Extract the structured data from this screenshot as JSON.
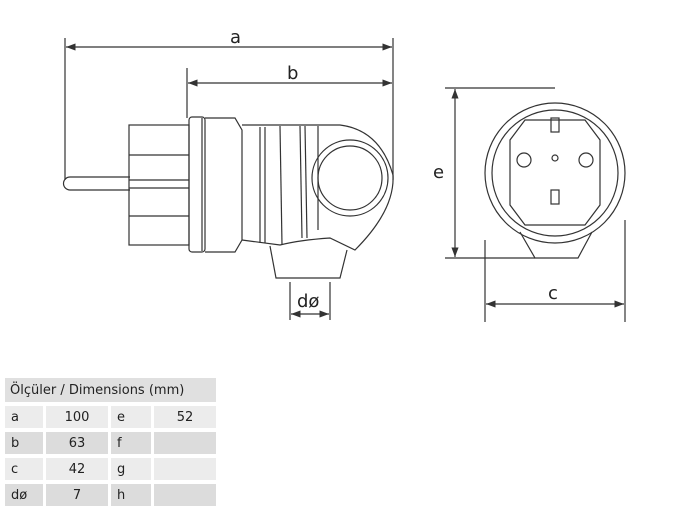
{
  "labels": {
    "a": "a",
    "b": "b",
    "c": "c",
    "e": "e",
    "d": "dø"
  },
  "table": {
    "title": "Ölçüler / Dimensions (mm)",
    "rows": [
      {
        "k1": "a",
        "v1": "100",
        "k2": "e",
        "v2": "52"
      },
      {
        "k1": "b",
        "v1": "63",
        "k2": "f",
        "v2": ""
      },
      {
        "k1": "c",
        "v1": "42",
        "k2": "g",
        "v2": ""
      },
      {
        "k1": "dø",
        "v1": "7",
        "k2": "h",
        "v2": ""
      }
    ]
  }
}
